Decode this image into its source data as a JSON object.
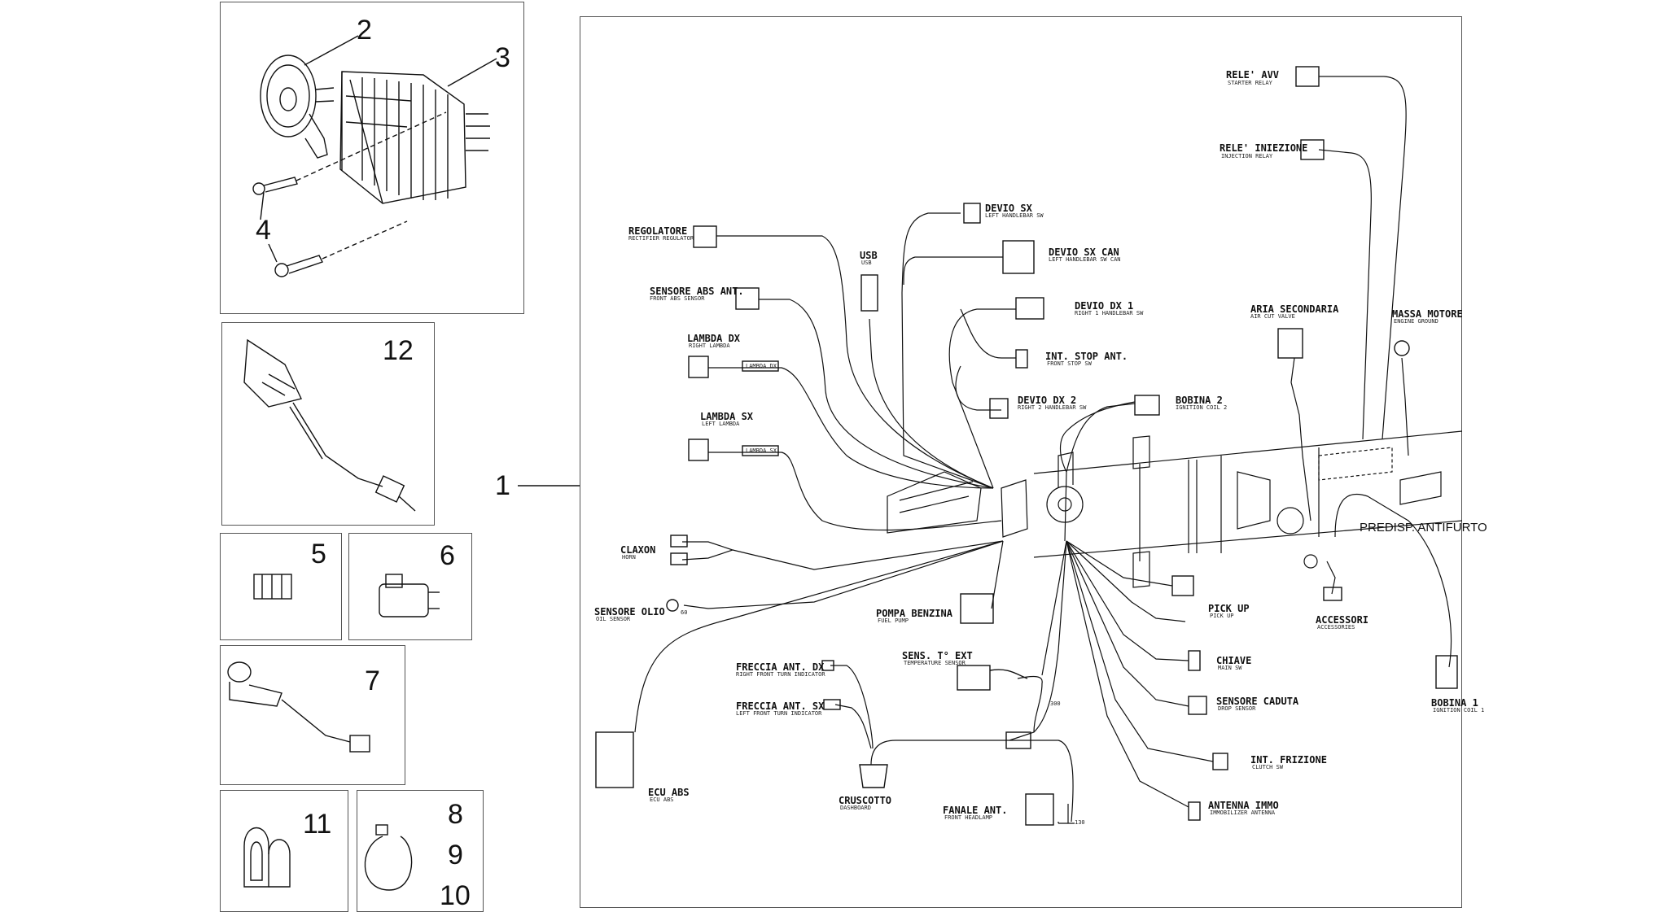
{
  "parts": {
    "p1": "1",
    "p2": "2",
    "p3": "3",
    "p4": "4",
    "p5": "5",
    "p6": "6",
    "p7": "7",
    "p8": "8",
    "p9": "9",
    "p10": "10",
    "p11": "11",
    "p12": "12"
  },
  "labels": {
    "rele_avv": "RELE' AVV",
    "rele_avv_sub": "STARTER RELAY",
    "rele_inj": "RELE' INIEZIONE",
    "rele_inj_sub": "INJECTION RELAY",
    "devio_sx": "DEVIO SX",
    "devio_sx_sub": "LEFT HANDLEBAR SW",
    "regolatore": "REGOLATORE",
    "regolatore_sub": "RECTIFIER REGULATOR",
    "usb": "USB",
    "usb_sub": "USB",
    "devio_sx_can": "DEVIO SX CAN",
    "devio_sx_can_sub": "LEFT HANDLEBAR SW CAN",
    "sensore_abs": "SENSORE ABS ANT.",
    "sensore_abs_sub": "FRONT ABS SENSOR",
    "devio_dx1": "DEVIO DX 1",
    "devio_dx1_sub": "RIGHT 1 HANDLEBAR SW",
    "aria_sec": "ARIA SECONDARIA",
    "aria_sec_sub": "AIR CUT VALVE",
    "massa_motore": "MASSA MOTORE",
    "massa_motore_sub": "ENGINE GROUND",
    "lambda_dx": "LAMBDA DX",
    "lambda_dx_sub": "RIGHT LAMBDA",
    "int_stop": "INT. STOP ANT.",
    "int_stop_sub": "FRONT STOP SW",
    "devio_dx2": "DEVIO DX 2",
    "devio_dx2_sub": "RIGHT 2 HANDLEBAR SW",
    "bobina2": "BOBINA 2",
    "bobina2_sub": "IGNITION COIL 2",
    "lambda_sx": "LAMBDA SX",
    "lambda_sx_sub": "LEFT LAMBDA",
    "predisp": "PREDISP. ANTIFURTO",
    "claxon": "CLAXON",
    "claxon_sub": "HORN",
    "sensore_olio": "SENSORE OLIO",
    "sensore_olio_sub": "OIL SENSOR",
    "pompa": "POMPA BENZINA",
    "pompa_sub": "FUEL PUMP",
    "pick_up": "PICK UP",
    "pick_up_sub": "PICK UP",
    "accessori": "ACCESSORI",
    "accessori_sub": "ACCESSORIES",
    "freccia_dx": "FRECCIA ANT. DX",
    "freccia_dx_sub": "RIGHT FRONT TURN INDICATOR",
    "freccia_sx": "FRECCIA ANT. SX",
    "freccia_sx_sub": "LEFT FRONT TURN INDICATOR",
    "sens_temp": "SENS. T° EXT",
    "sens_temp_sub": "TEMPERATURE SENSOR",
    "chiave": "CHIAVE",
    "chiave_sub": "MAIN SW",
    "sensore_caduta": "SENSORE CADUTA",
    "sensore_caduta_sub": "DROP SENSOR",
    "bobina1": "BOBINA 1",
    "bobina1_sub": "IGNITION COIL 1",
    "int_frizione": "INT. FRIZIONE",
    "int_frizione_sub": "CLUTCH SW",
    "ecu_abs": "ECU ABS",
    "ecu_abs_sub": "ECU ABS",
    "cruscotto": "CRUSCOTTO",
    "cruscotto_sub": "DASHBOARD",
    "fanale": "FANALE ANT.",
    "fanale_sub": "FRONT HEADLAMP",
    "antenna": "ANTENNA IMMO",
    "antenna_sub": "IMMOBILIZER ANTENNA",
    "dim_130": "130",
    "dim_300": "300",
    "dim_60": "60",
    "tag_lambda_dx": "LAMBDA DX",
    "tag_lambda_sx": "LAMBDA SX"
  }
}
